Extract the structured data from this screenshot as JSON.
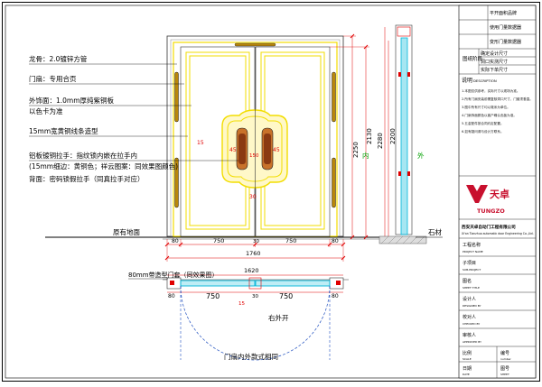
{
  "annotations": {
    "frame": "龙骨：2.0镀锌方管",
    "leaf": "门扇：专用合页",
    "facing": "外饰面：1.0mm厚纯紫铜板",
    "color_note": "以色卡为准",
    "strip": "15mm宽黄铜线条造型",
    "handle1": "铝板镀铜拉手：指纹锁内嵌在拉手内",
    "handle2": "(15mm细边：黄铜色；祥云图案：同效果图颜色)",
    "handle3": "背面：密码锁假拉手（同真拉手对应）",
    "ground": "原有地面",
    "stone": "石材",
    "inside": "内",
    "outside": "外",
    "frame_cover": "80mm带造型门套（同效果图）",
    "open_out": "右外开",
    "same_style": "门扇内外款式相同"
  },
  "elevation_dims": {
    "h2250": "2250",
    "h2130": "2130",
    "h2280": "2280",
    "h2200": "2200",
    "w1760": "1760",
    "w750a": "750",
    "w750b": "750",
    "w80a": "80",
    "w80b": "80",
    "w30": "30",
    "d45a": "45",
    "d45b": "45",
    "d15": "15",
    "d150": "150",
    "d30b": "30"
  },
  "plan_dims": {
    "w1620": "1620",
    "w750a": "750",
    "w750b": "750",
    "w80a": "80",
    "w80b": "80",
    "w30": "30",
    "d15": "15"
  },
  "title_block": {
    "rows_top": [
      "平开面积品牌",
      "使用门量数据器",
      "变形门量数据器"
    ],
    "rows_mid_label": "图纸阶段",
    "rows_mid": [
      "确定设计尺寸",
      "洞口实测尺寸",
      "实际下单尺寸"
    ],
    "note_label": "说明",
    "note_en": "DESCRIPTION",
    "notes": [
      "1.本图仅供参考，实际尺寸以现场为准。",
      "2.所有门扇安装前需复核洞口尺寸，门套须垂直。",
      "3.图中所有尺寸均以毫米为单位。",
      "4.门扇饰面颜色以客户确认色板为准。",
      "5.五金配件按合同约定配置。",
      "6.如有疑问请与设计方联系。"
    ],
    "brand": "天卓",
    "brand_en": "TUNGZO",
    "company": "西安天卓自动门工程有限公司",
    "company_en": "Xi'an Tianzhuo automatic door Engineering Co.,Ltd.",
    "fields": [
      {
        "cn": "工程名称",
        "en": "PROJECT NAME"
      },
      {
        "cn": "子项目",
        "en": "SUB-PROJECT"
      },
      {
        "cn": "图名",
        "en": "SHEET TITLE"
      },
      {
        "cn": "设计人",
        "en": "DESIGNED BY"
      },
      {
        "cn": "校对人",
        "en": "CHECKED BY"
      },
      {
        "cn": "审核人",
        "en": "APPROVED BY"
      }
    ],
    "bottom": [
      {
        "cn": "比例",
        "en": "SCALE"
      },
      {
        "cn": "编号",
        "en": "number"
      },
      {
        "cn": "日期",
        "en": "DATE"
      },
      {
        "cn": "图号",
        "en": "SHEET"
      }
    ]
  },
  "colors": {
    "yellow": "#f2dd00",
    "red": "#e00000",
    "cyan": "#00b6d9",
    "handle": "#c8722a"
  }
}
